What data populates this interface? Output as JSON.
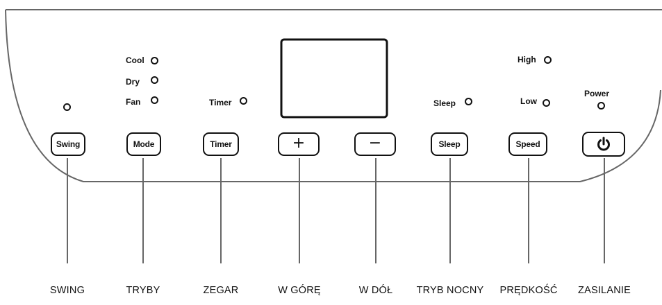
{
  "indicators": {
    "mode_cool": "Cool",
    "mode_dry": "Dry",
    "mode_fan": "Fan",
    "timer": "Timer",
    "sleep": "Sleep",
    "speed_high": "High",
    "speed_low": "Low",
    "power": "Power"
  },
  "buttons": {
    "swing": "Swing",
    "mode": "Mode",
    "timer": "Timer",
    "up": "+",
    "down": "−",
    "sleep": "Sleep",
    "speed": "Speed",
    "power_icon": "power-icon"
  },
  "callouts": {
    "swing": "SWING",
    "mode": "TRYBY",
    "timer": "ZEGAR",
    "up": "W GÓRĘ",
    "down": "W DÓŁ",
    "sleep": "TRYB NOCNY",
    "speed": "PRĘDKOŚĆ",
    "power": "ZASILANIE"
  },
  "colors": {
    "line": "#111111",
    "panel_outline": "#666666",
    "background": "#ffffff"
  }
}
